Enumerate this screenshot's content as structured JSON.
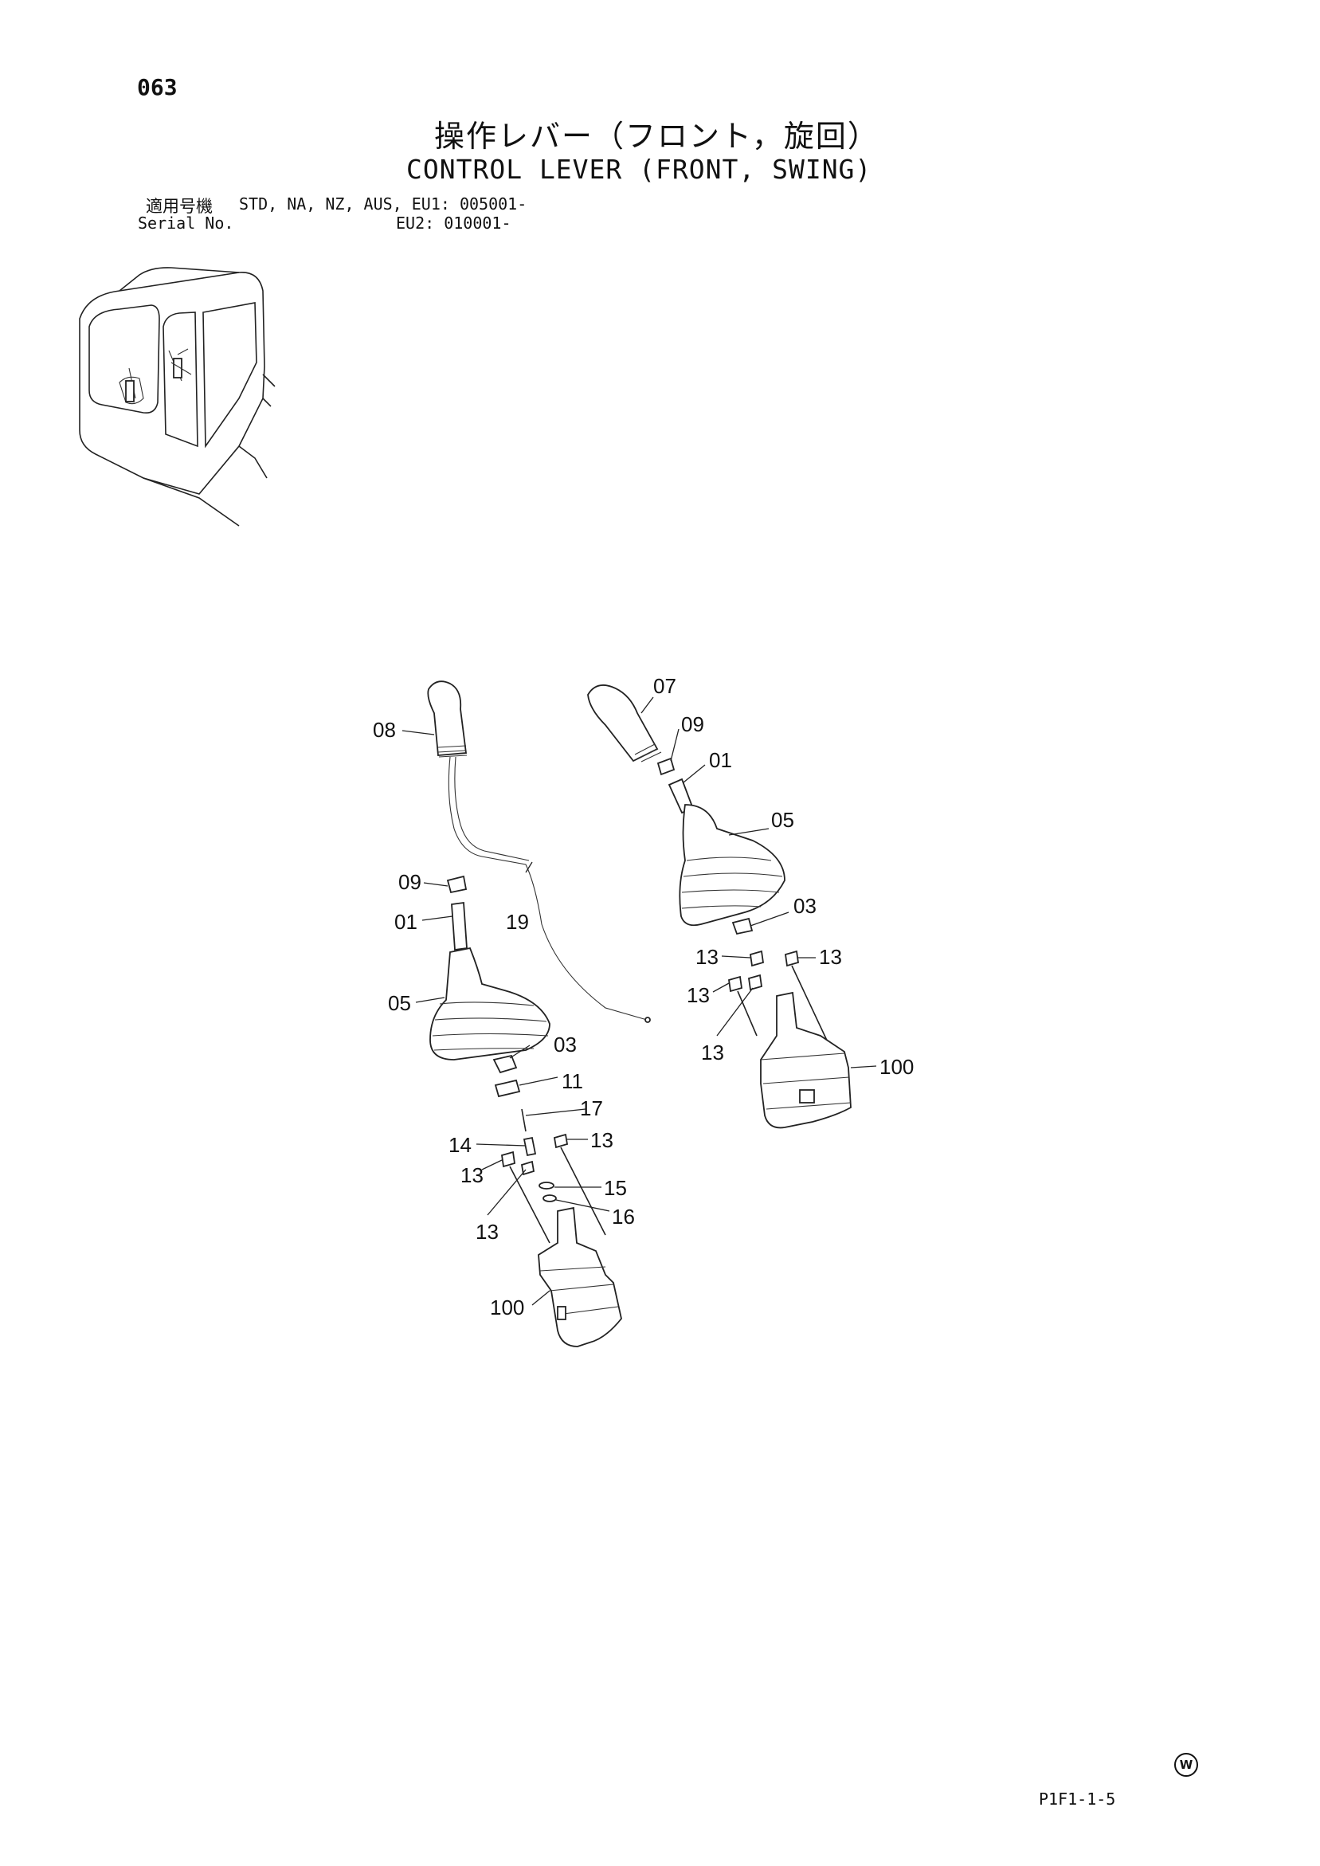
{
  "header": {
    "page_number": "063",
    "title_jp": "操作レバー（フロント，旋回）",
    "title_en": "CONTROL LEVER (FRONT, SWING)",
    "serial_label_jp": "適用号機",
    "serial_label_en": "Serial No.",
    "serial_row1": "STD, NA, NZ, AUS, EU1:  005001-",
    "serial_row2": "EU2:  010001-"
  },
  "footer": {
    "manufacturer_mark": "W",
    "code": "P1F1-1-5"
  },
  "callouts": {
    "left_assembly": {
      "grip": "08",
      "nut_top": "09",
      "lever": "01",
      "boot": "05",
      "nut": "03",
      "collar": "11",
      "pin": "17",
      "screw_a": "14",
      "bolt_upper_right": "13",
      "bolt_left": "13",
      "bolt_lower": "13",
      "washer": "15",
      "ring": "16",
      "harness": "19",
      "valve": "100"
    },
    "right_assembly": {
      "grip": "07",
      "nut_top": "09",
      "lever": "01",
      "boot": "05",
      "nut": "03",
      "bolt_upper_left": "13",
      "bolt_upper_right": "13",
      "bolt_mid_left": "13",
      "bolt_lower": "13",
      "valve": "100"
    }
  }
}
